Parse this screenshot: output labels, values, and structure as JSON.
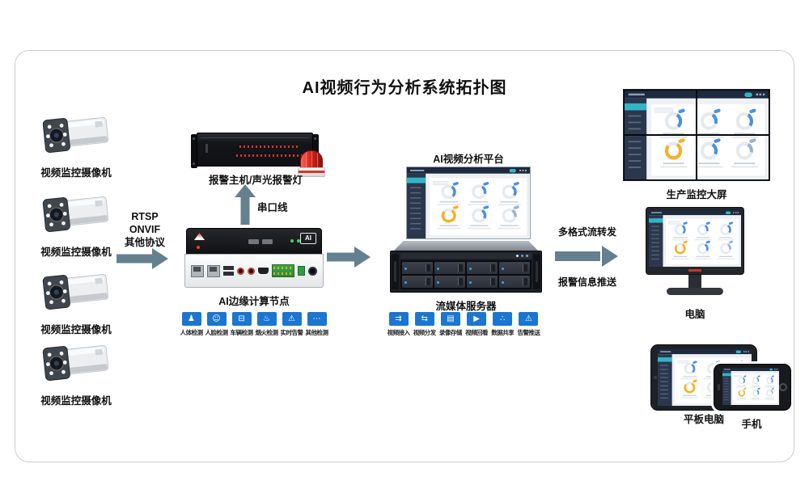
{
  "title": "AI视频行为分析系统拓扑图",
  "colors": {
    "accent_blue": "#1b76d1",
    "arrow_gray": "#64808f",
    "donut_blue": "#4a90e2",
    "donut_yellow": "#f6b125",
    "sidebar_teal": "#31b6c8",
    "beacon_red": "#d7241a"
  },
  "cameras": {
    "items": [
      {
        "label": "视频监控摄像机"
      },
      {
        "label": "视频监控摄像机"
      },
      {
        "label": "视频监控摄像机"
      },
      {
        "label": "视频监控摄像机"
      }
    ]
  },
  "link": {
    "lines": [
      "RTSP",
      "ONVIF",
      "其他协议"
    ]
  },
  "alarm": {
    "label": "报警主机/声光报警灯"
  },
  "serial": {
    "label": "串口线"
  },
  "edge": {
    "label": "AI边缘计算节点",
    "badge": "AI",
    "features": [
      {
        "label": "人体检测",
        "icon": "person-detect-icon",
        "glyph": "♟"
      },
      {
        "label": "人脸检测",
        "icon": "face-detect-icon",
        "glyph": "☺"
      },
      {
        "label": "车辆检测",
        "icon": "vehicle-detect-icon",
        "glyph": "⊟"
      },
      {
        "label": "烟火检测",
        "icon": "fire-smoke-detect-icon",
        "glyph": "♨"
      },
      {
        "label": "实时告警",
        "icon": "realtime-alarm-icon",
        "glyph": "⚠"
      },
      {
        "label": "其他检测",
        "icon": "other-detect-icon",
        "glyph": "⋯"
      }
    ]
  },
  "platform": {
    "label": "AI视频分析平台"
  },
  "server": {
    "label": "流媒体服务器",
    "features": [
      {
        "label": "视频接入",
        "icon": "video-ingest-icon",
        "glyph": "⇉"
      },
      {
        "label": "视频分发",
        "icon": "video-distribute-icon",
        "glyph": "⇆"
      },
      {
        "label": "录像存储",
        "icon": "record-storage-icon",
        "glyph": "▤"
      },
      {
        "label": "视频回看",
        "icon": "video-playback-icon",
        "glyph": "▶"
      },
      {
        "label": "数据共享",
        "icon": "data-share-icon",
        "glyph": "∴"
      },
      {
        "label": "告警推送",
        "icon": "alarm-push-icon",
        "glyph": "⚠"
      }
    ]
  },
  "flows": {
    "stream": "多格式流转发",
    "alarm_push": "报警信息推送"
  },
  "endpoints": {
    "wall": "生产监控大屏",
    "pc": "电脑",
    "tablet": "平板电脑",
    "phone": "手机"
  }
}
